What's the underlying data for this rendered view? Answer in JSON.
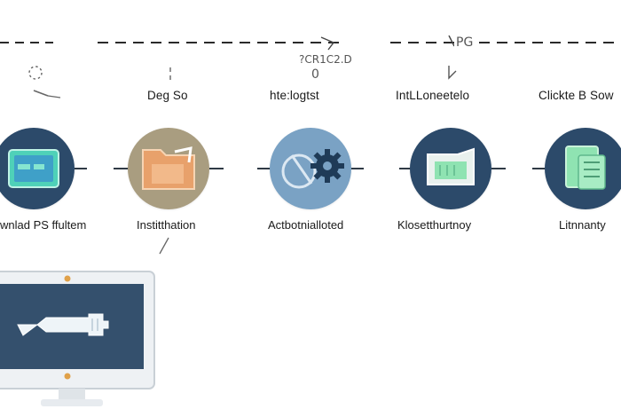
{
  "top_marks": {
    "middle_code": "?CR1C2.D",
    "right_code": "PG",
    "middle_digit": "0"
  },
  "steps": [
    {
      "top_label": "",
      "bottom_label": "wnlad PS ffultem",
      "circle_color": "#2c4a6a",
      "icon": "card-icon"
    },
    {
      "top_label": "Deg So",
      "bottom_label": "Institthation",
      "circle_color": "#a99d80",
      "icon": "folder-icon"
    },
    {
      "top_label": "hte:logtst",
      "bottom_label": "Actbotnialloted",
      "circle_color": "#7aa2c4",
      "icon": "gear-icon"
    },
    {
      "top_label": "IntLLoneetelo",
      "bottom_label": "Klosetthurtnoy",
      "circle_color": "#2c4a6a",
      "icon": "document-icon"
    },
    {
      "top_label": "Clickte B Sow",
      "bottom_label": "Litnnanty",
      "circle_color": "#2c4a6a",
      "icon": "notebook-icon"
    }
  ],
  "colors": {
    "navy": "#2c4a6a",
    "screen": "#34506d",
    "teal": "#4fd1b8",
    "mint": "#8fe3b2",
    "orange": "#e8a16b",
    "connector": "#2f3a45"
  }
}
